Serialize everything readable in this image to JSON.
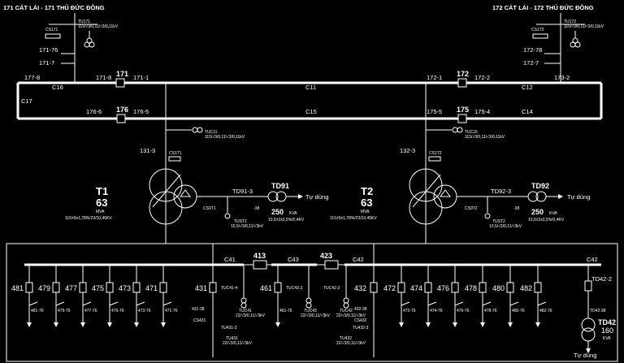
{
  "header": {
    "left_title": "171 CÁT LÁI - 171 THỦ ĐỨC ĐÔNG",
    "right_title": "172 CÁT LÁI - 172 THỦ ĐỨC ĐÔNG"
  },
  "hv": {
    "tu_left": "TU171",
    "tu_left_spec": "115/√3/0,11/√3/0,11kV",
    "cs_left": "CS171",
    "ds_171_76": "171-76",
    "ds_171_7": "171-7",
    "tu_right": "TU172",
    "tu_right_spec": "115/√3/0,11/√3/0,11kV",
    "cs_right": "CS172",
    "ds_172_78": "172-78",
    "ds_172_7": "172-7",
    "ds_177_8": "177-8",
    "ds_171_8": "171-8",
    "cb_171": "171",
    "ds_171_1": "171-1",
    "ds_172_1": "172-1",
    "cb_172": "172",
    "ds_172_2": "172-2",
    "ds_173_2": "173-2",
    "ds_176_6": "176-6",
    "cb_176": "176",
    "ds_176_5": "176-5",
    "ds_175_5": "175-5",
    "cb_175": "175",
    "ds_175_4": "175-4",
    "c16": "C16",
    "c11": "C11",
    "c12": "C12",
    "c17": "C17",
    "c15": "C15",
    "c14": "C14",
    "tuc11": "TUC11",
    "tuc11_spec": "115/√3/0,11/√3/0,11kV",
    "tuc15": "TUC15",
    "tuc15_spec": "115/√3/0,11/√3/0,11kV"
  },
  "t1": {
    "ds": "131-3",
    "cs": "CS1T1",
    "name": "T1",
    "rating": "63",
    "unit": "MVA",
    "ratio": "115±9x1,78%/23/10,45KV",
    "ds_td": "TD91-3",
    "td_name": "TD91",
    "td_rating": "250",
    "td_unit": "KVA",
    "td_ratio": "10,5±2x2,5%/0,4KV",
    "aux": "Tự dùng",
    "cs2": "CS9T1",
    "fuse": "-38",
    "tu": "TUST1",
    "tu_spec": "10,5/√3/0,11/√3kV"
  },
  "t2": {
    "ds": "132-3",
    "cs": "CS1T2",
    "name": "T2",
    "rating": "63",
    "unit": "MVA",
    "ratio": "115±9x1,78%/23/10,45KV",
    "ds_td": "TD92-3",
    "td_name": "TD92",
    "td_rating": "250",
    "td_unit": "KVA",
    "td_ratio": "10,5±2x2,5%/0,4KV",
    "aux": "Tự dùng",
    "cs2": "CS9T2",
    "fuse": "-38",
    "tu": "TUST2",
    "tu_spec": "10,5/√3/0,11/√3kV"
  },
  "mv": {
    "c41": "C41",
    "c43": "C43",
    "c42": "C42",
    "c42b": "C42",
    "tie_413": "413",
    "tie_423": "423",
    "f481": "481",
    "d481": "481-76",
    "f479": "479",
    "d479": "479-76",
    "f477": "477",
    "d477": "477-76",
    "f475": "475",
    "d475": "475-76",
    "f473": "473",
    "d473": "473-76",
    "f471": "471",
    "d471": "471-76",
    "f431": "431",
    "d431": "431-38",
    "cs431": "CS431",
    "tu431": "TU431",
    "tu431_spec": "22/√3/0,11/√3kV",
    "tu431_ds": "TU431-3",
    "tuc41": "TUC41-4",
    "tuc41_b": "TUC41",
    "tuc41_spec": "22/√3/0,11/√3kV",
    "f461": "461",
    "d461": "461-76",
    "tuc43": "TUC43-3",
    "tuc43_b": "TUC43",
    "tuc43_spec": "22/√3/0,11/√3kV",
    "tuc42": "TUC42-2",
    "tuc42_b": "TUC42",
    "tuc42_spec": "22/√3/0,11/√3kV",
    "f432": "432",
    "d432": "432-38",
    "cs432": "CS432",
    "tu432": "TU432",
    "tu432_spec": "22/√3/0,11/√3kV",
    "tu432_ds": "TU432-3",
    "f472": "472",
    "d472": "472-76",
    "f474": "474",
    "d474": "474-76",
    "f476": "476",
    "d476": "476-76",
    "f478": "478",
    "d478": "478-76",
    "f480": "480",
    "d480": "480-76",
    "f482": "482",
    "d482": "482-76",
    "td42_ds": "TD42-2",
    "td42_fuse": "TD42-38",
    "td42_name": "TD42",
    "td42_rating": "160",
    "td42_unit": "KVA",
    "aux": "Tự dùng"
  }
}
